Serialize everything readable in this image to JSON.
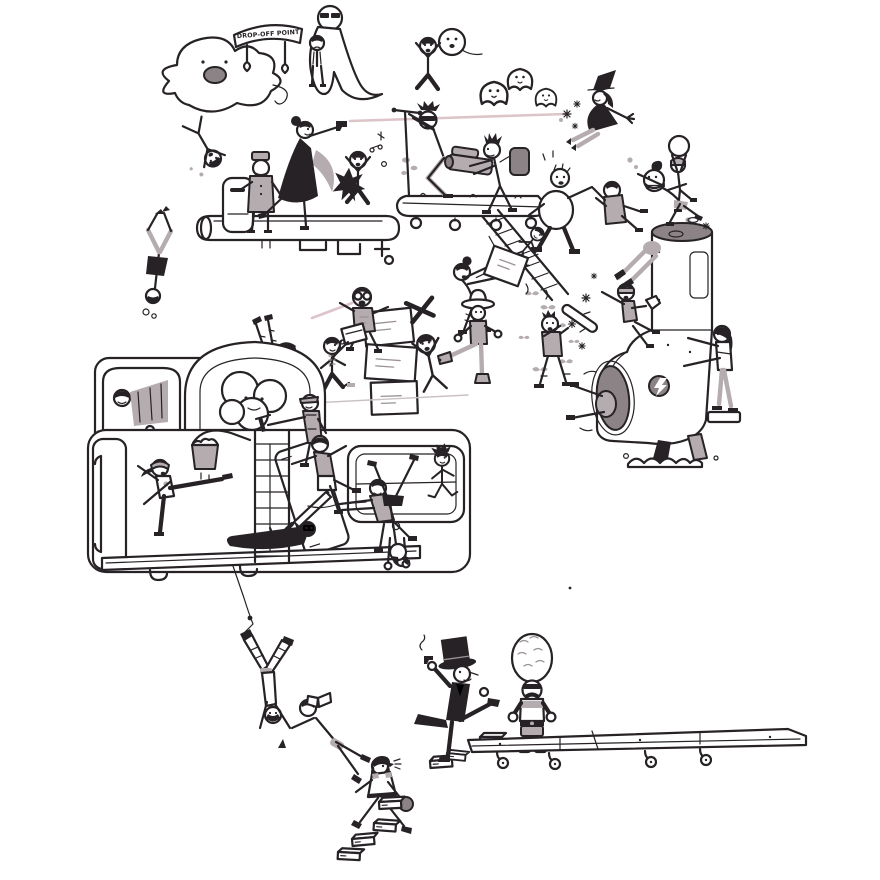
{
  "meta": {
    "title": "Chaotic cartoon battle illustration",
    "style": "black-and-white ink cartoon with gray accents on a white background"
  },
  "palette": {
    "ink": "#262226",
    "gray": "#b5acaf",
    "dark_gray": "#8b8385",
    "beam_pink": "#ddc4c9",
    "background": "#ffffff"
  },
  "banner": {
    "text": "DROP-OFF POINT"
  },
  "icons": [
    {
      "name": "lightning-icon",
      "meaning": "power badge on the giant suction tube"
    }
  ],
  "scenes": [
    {
      "id": "ghost-left",
      "label": "Large laughing ghost flying at top left"
    },
    {
      "id": "drop-off-banner",
      "label": "Ribbon banner reading DROP-OFF POINT held by ghostly hands"
    },
    {
      "id": "ghost-carrier",
      "label": "Ghost with sunglasses carrying a dangling man"
    },
    {
      "id": "ghost-grab",
      "label": "Round ghost grabbing a screaming man"
    },
    {
      "id": "ghost-trio",
      "label": "Three small ghosts drifting"
    },
    {
      "id": "witch",
      "label": "Witch knocked back by a ray blast"
    },
    {
      "id": "ray-beam",
      "label": "Long ray fired from a pistol toward the witch"
    },
    {
      "id": "falling-man",
      "label": "Man tumbling upside down"
    },
    {
      "id": "diving-man",
      "label": "Man diving head-first"
    },
    {
      "id": "pipe-platform",
      "label": "Floating pipe platform with fittings"
    },
    {
      "id": "bellhop",
      "label": "Bellhop attendant at a small podium"
    },
    {
      "id": "pistol-woman",
      "label": "Woman in a black dress firing a pistol"
    },
    {
      "id": "punched-man",
      "label": "Man flailing beside a black impact star"
    },
    {
      "id": "treadmill-cart",
      "label": "Wheeled treadmill cart with scooter handlebar"
    },
    {
      "id": "blindfold-rider",
      "label": "Blindfolded rider slumped over the handlebar"
    },
    {
      "id": "mohawk-gunner",
      "label": "Mohawked fighter aiming a heavy cannon"
    },
    {
      "id": "ladder-right",
      "label": "Ladder leaning from the cart with a climber"
    },
    {
      "id": "scared-big-man",
      "label": "Large sweating man fleeing"
    },
    {
      "id": "grabber",
      "label": "Leaping figure grabbing the big man"
    },
    {
      "id": "ring-holder",
      "label": "Figure holding a ring overhead"
    },
    {
      "id": "suction-tube",
      "label": "Giant suction tube with curved mouth, struts and splash"
    },
    {
      "id": "tube-jumper",
      "label": "Grinning figure leaping over the tube opening"
    },
    {
      "id": "tube-climber",
      "label": "Climber on the tube scattering stars"
    },
    {
      "id": "tube-hugger",
      "label": "Woman pushing the tube from the right"
    },
    {
      "id": "tube-crawler",
      "label": "Legs sticking out of the tube mouth"
    },
    {
      "id": "box-dumper",
      "label": "Figure tipping a box that spills shapes"
    },
    {
      "id": "crate-stack",
      "label": "Stack of crates with scribbled labels"
    },
    {
      "id": "goggle-shouter",
      "label": "Bespectacled figure yelling"
    },
    {
      "id": "flailing-captive",
      "label": "Screaming figure waving crossed sticks"
    },
    {
      "id": "cowboy",
      "label": "Cowboy delivering a high kick"
    },
    {
      "id": "bat-swinger",
      "label": "Man winding up a baseball bat"
    },
    {
      "id": "kicking-legs",
      "label": "Gray-trousered legs diving in from the right"
    },
    {
      "id": "strongwoman",
      "label": "Strongwoman dunking an upside-down victim"
    },
    {
      "id": "striped-runner",
      "label": "Striped-shirt runner fleeing with a folder"
    },
    {
      "id": "boiler-machine",
      "label": "Boiler machine with porthole windows"
    },
    {
      "id": "sleeper-window",
      "label": "Figure slumped in the left window"
    },
    {
      "id": "suds-window",
      "label": "Sudsy face pressed to the right window"
    },
    {
      "id": "window-washer",
      "label": "Window washer on a ladder with squeegee and bucket"
    },
    {
      "id": "machine-door",
      "label": "Open machine door and big side window"
    },
    {
      "id": "scaffold-plank",
      "label": "Hanging scaffold plank with S-hooks"
    },
    {
      "id": "kicking-woman",
      "label": "Woman high-kicking a man off the ladder"
    },
    {
      "id": "ladder-man",
      "label": "Capped man knocked off the ladder"
    },
    {
      "id": "ninja",
      "label": "Black-clad fighter lying with a sword"
    },
    {
      "id": "rope-puller",
      "label": "Figure hauling a rope through the doorway"
    },
    {
      "id": "handstand-faller",
      "label": "Figure tipped into a handstand on the plank"
    },
    {
      "id": "ledge-runner",
      "label": "Small figure running along the window ledge"
    },
    {
      "id": "hanging-chain",
      "label": "Human chain hanging from a rope, one reading a book"
    },
    {
      "id": "gold-thief",
      "label": "Capped thief running with a money bag, spitting"
    },
    {
      "id": "gold-bars",
      "label": "Trail of dropped gold bars"
    },
    {
      "id": "tophat-gent",
      "label": "Gentleman in top hat and tailcoat with a tiny pistol"
    },
    {
      "id": "busby-guard",
      "label": "Stocky guard in a tall fuzzy busby hat"
    },
    {
      "id": "rolling-dolly",
      "label": "Long rolling dolly on caster wheels"
    }
  ]
}
